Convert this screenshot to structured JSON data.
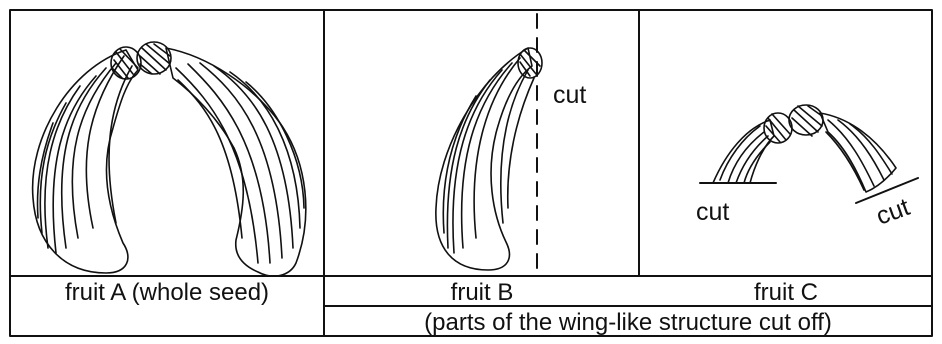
{
  "panels": {
    "a_caption": "fruit A (whole seed)",
    "b_caption": "fruit B",
    "c_caption": "fruit C",
    "bc_caption": "(parts of the wing-like structure cut off)"
  },
  "annotations": {
    "b_cut": "cut",
    "c_cut_left": "cut",
    "c_cut_right": "cut"
  }
}
